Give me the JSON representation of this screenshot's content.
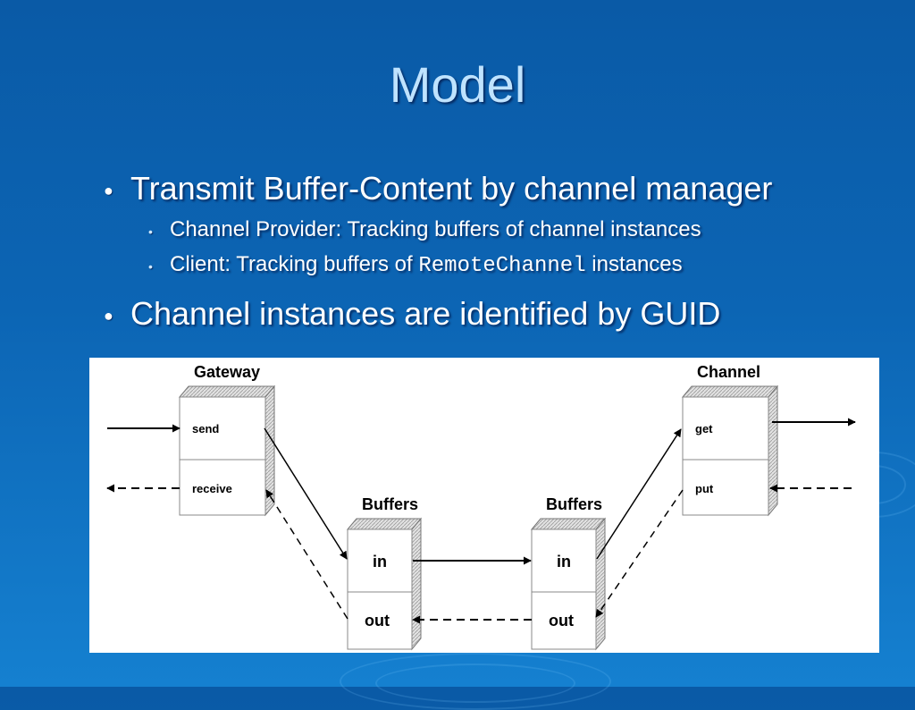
{
  "slide": {
    "title": "Model",
    "bullets": [
      {
        "text": "Transmit Buffer-Content by channel manager",
        "sub": [
          {
            "text": "Channel Provider: Tracking buffers of channel instances"
          },
          {
            "prefix": "Client: Tracking buffers of ",
            "code": "RemoteChannel",
            "suffix": " instances"
          }
        ]
      },
      {
        "text": "Channel instances are identified by GUID"
      }
    ]
  },
  "diagram": {
    "gateway": {
      "title": "Gateway",
      "send": "send",
      "receive": "receive"
    },
    "buffers_left": {
      "title": "Buffers",
      "in": "in",
      "out": "out"
    },
    "buffers_right": {
      "title": "Buffers",
      "in": "in",
      "out": "out"
    },
    "channel": {
      "title": "Channel",
      "get": "get",
      "put": "put"
    }
  }
}
